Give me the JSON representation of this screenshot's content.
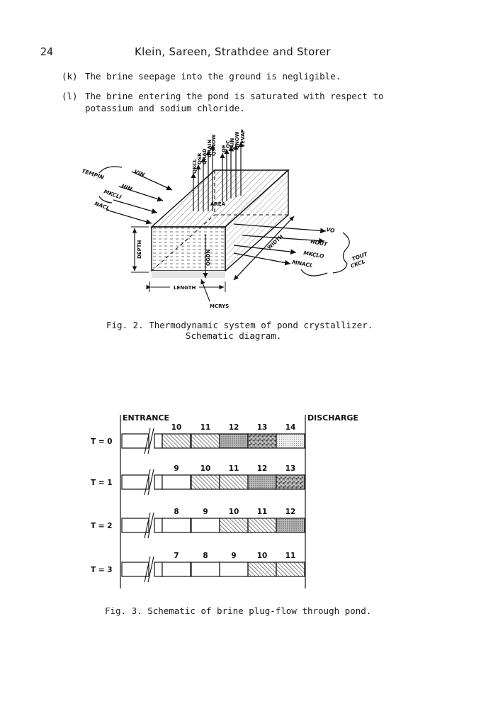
{
  "header": {
    "page_number": "24",
    "authors": "Klein, Sareen, Strathdee and Storer"
  },
  "assumptions": [
    {
      "label": "(k)",
      "text": "The brine seepage into the ground is negligible."
    },
    {
      "label": "(l)",
      "text": "The brine entering the pond is saturated with respect to potassium and sodium chloride."
    }
  ],
  "figure2": {
    "caption_line1": "Fig. 2.  Thermodynamic system of pond crystallizer.",
    "caption_line2": "Schematic diagram.",
    "labels": {
      "tempin": "TEMPIN",
      "vin": "VIN",
      "hin": "HIN",
      "mkcli": "MKCLI",
      "nacl": "NACL",
      "qkcl": "QKCL",
      "qsr": "QSR",
      "qrad": "QRAD",
      "qrain": "QRAIN",
      "qsnow": "QSNOW",
      "qe": "QE",
      "qc": "QC",
      "rain": "RAIN",
      "snow": "SNOW",
      "vevap": "VEVAP",
      "area": "AREA",
      "vo": "VO",
      "hout": "HOUT",
      "mkclo": "MKCLO",
      "mnacl": "MNACL",
      "tout": "TOUT",
      "ckcl": "CKCL",
      "width": "WIDTH",
      "depth": "DEPTH",
      "qgdn": "QGDN",
      "length": "LENGTH",
      "mcrys": "MCRYS"
    }
  },
  "figure3": {
    "caption": "Fig. 3.  Schematic of brine plug-flow through pond.",
    "entrance": "ENTRANCE",
    "discharge": "DISCHARGE",
    "rows": [
      {
        "label": "T = 0",
        "numbers": [
          "10",
          "11",
          "12",
          "13",
          "14"
        ]
      },
      {
        "label": "T = 1",
        "numbers": [
          "9",
          "10",
          "11",
          "12",
          "13"
        ]
      },
      {
        "label": "T = 2",
        "numbers": [
          "8",
          "9",
          "10",
          "11",
          "12"
        ]
      },
      {
        "label": "T = 3",
        "numbers": [
          "7",
          "8",
          "9",
          "10",
          "11"
        ]
      }
    ]
  }
}
